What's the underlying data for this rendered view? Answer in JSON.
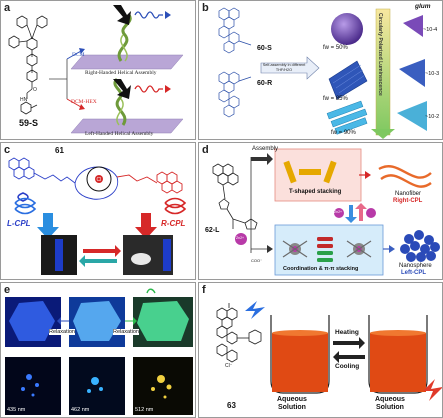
{
  "panels": {
    "a": {
      "label": "a",
      "compound": "59-S",
      "right_caption": "Right-Handed Helical Assembly",
      "left_caption": "Left-Handed Helical Assembly",
      "solvent_top": "DCM",
      "solvent_bottom": "DCM-HEX"
    },
    "b": {
      "label": "b",
      "compound_s": "60-S",
      "compound_r": "60-R",
      "process": "Self-assembly in different THF/H2O",
      "fw": [
        "fw = 50%",
        "fw = 85%",
        "fw = 90%"
      ],
      "cpl_label": "Circularly Polarized Luminescence",
      "glum_header": "glum",
      "glum_values": [
        "~10-4",
        "~10-3",
        "~10-2"
      ]
    },
    "c": {
      "label": "c",
      "compound": "61",
      "l_cpl": "L-CPL",
      "r_cpl": "R-CPL"
    },
    "d": {
      "label": "d",
      "compound": "62-L",
      "assembly": "Assembly",
      "t_stacking": "T-shaped stacking",
      "nanofiber": "Nanofiber",
      "right_cpl": "Right-CPL",
      "coordination": "Coordination & π-π stacking",
      "nanosphere": "Nanosphere",
      "left_cpl": "Left-CPL",
      "zn": "Zn2+",
      "coo": "COO⁻"
    },
    "e": {
      "label": "e",
      "relaxation_1": "Relaxation",
      "relaxation_2": "Relaxation",
      "wavelengths": [
        "435 nm",
        "462 nm",
        "512 nm"
      ]
    },
    "f": {
      "label": "f",
      "compound": "63",
      "heating": "Heating",
      "cooling": "Cooling",
      "aqueous_1": "Aqueous\nSolution",
      "aqueous_2": "Aqueous\nSolution",
      "chloride": "Cl⁻"
    }
  }
}
